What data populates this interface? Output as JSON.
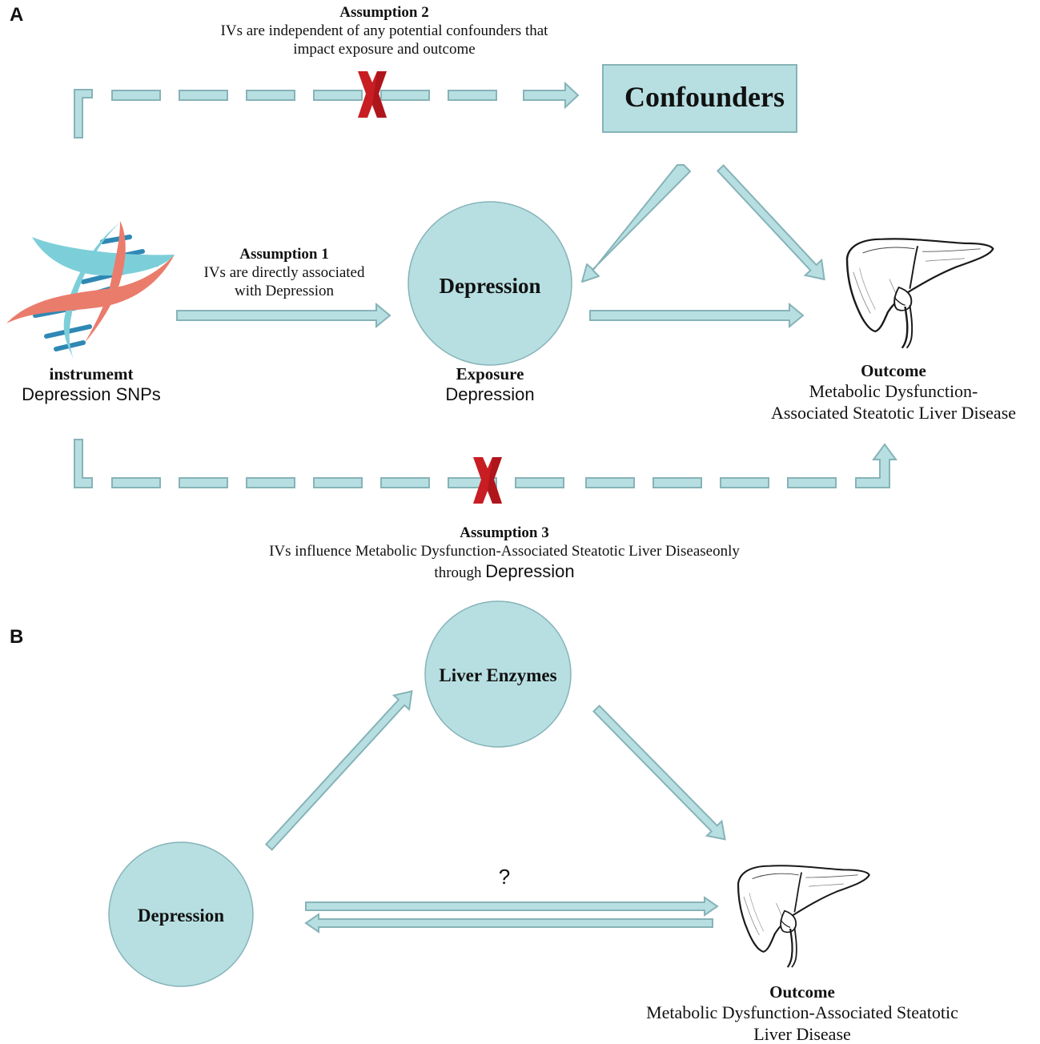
{
  "colors": {
    "box_fill": "#b7dfe2",
    "box_stroke": "#86b3b8",
    "cross": "#c81d23",
    "dna_blue": "#7ccfd9",
    "dna_salmon": "#ea7c6c",
    "dna_rung": "#2f88b4"
  },
  "panel_a": {
    "letter": "A",
    "assumption2": {
      "title": "Assumption 2",
      "line1": "IVs are independent of any potential confounders that",
      "line2": "impact exposure and outcome"
    },
    "confounders": "Confounders",
    "exposure_node": "Depression",
    "assumption1": {
      "title": "Assumption 1",
      "line1": "IVs are directly associated",
      "line2": "with Depression"
    },
    "instrument": {
      "title": "instrumemt",
      "body": "Depression  SNPs"
    },
    "exposure": {
      "title": "Exposure",
      "body": "Depression"
    },
    "outcome": {
      "title": "Outcome",
      "line1": "Metabolic Dysfunction-",
      "line2": "Associated Steatotic Liver Disease"
    },
    "assumption3": {
      "title": "Assumption 3",
      "line1": "IVs influence Metabolic Dysfunction-Associated Steatotic Liver Diseaseonly",
      "line2_prefix": "through ",
      "line2_suffix": "Depression"
    },
    "icons": [
      "dna-icon",
      "liver-icon",
      "cross-mark-icon"
    ]
  },
  "panel_b": {
    "letter": "B",
    "mediator": "Liver Enzymes",
    "exposure_node": "Depression",
    "question": "?",
    "outcome": {
      "title": "Outcome",
      "line1": "Metabolic Dysfunction-Associated Steatotic",
      "line2": "Liver Disease"
    },
    "icons": [
      "liver-icon"
    ]
  }
}
